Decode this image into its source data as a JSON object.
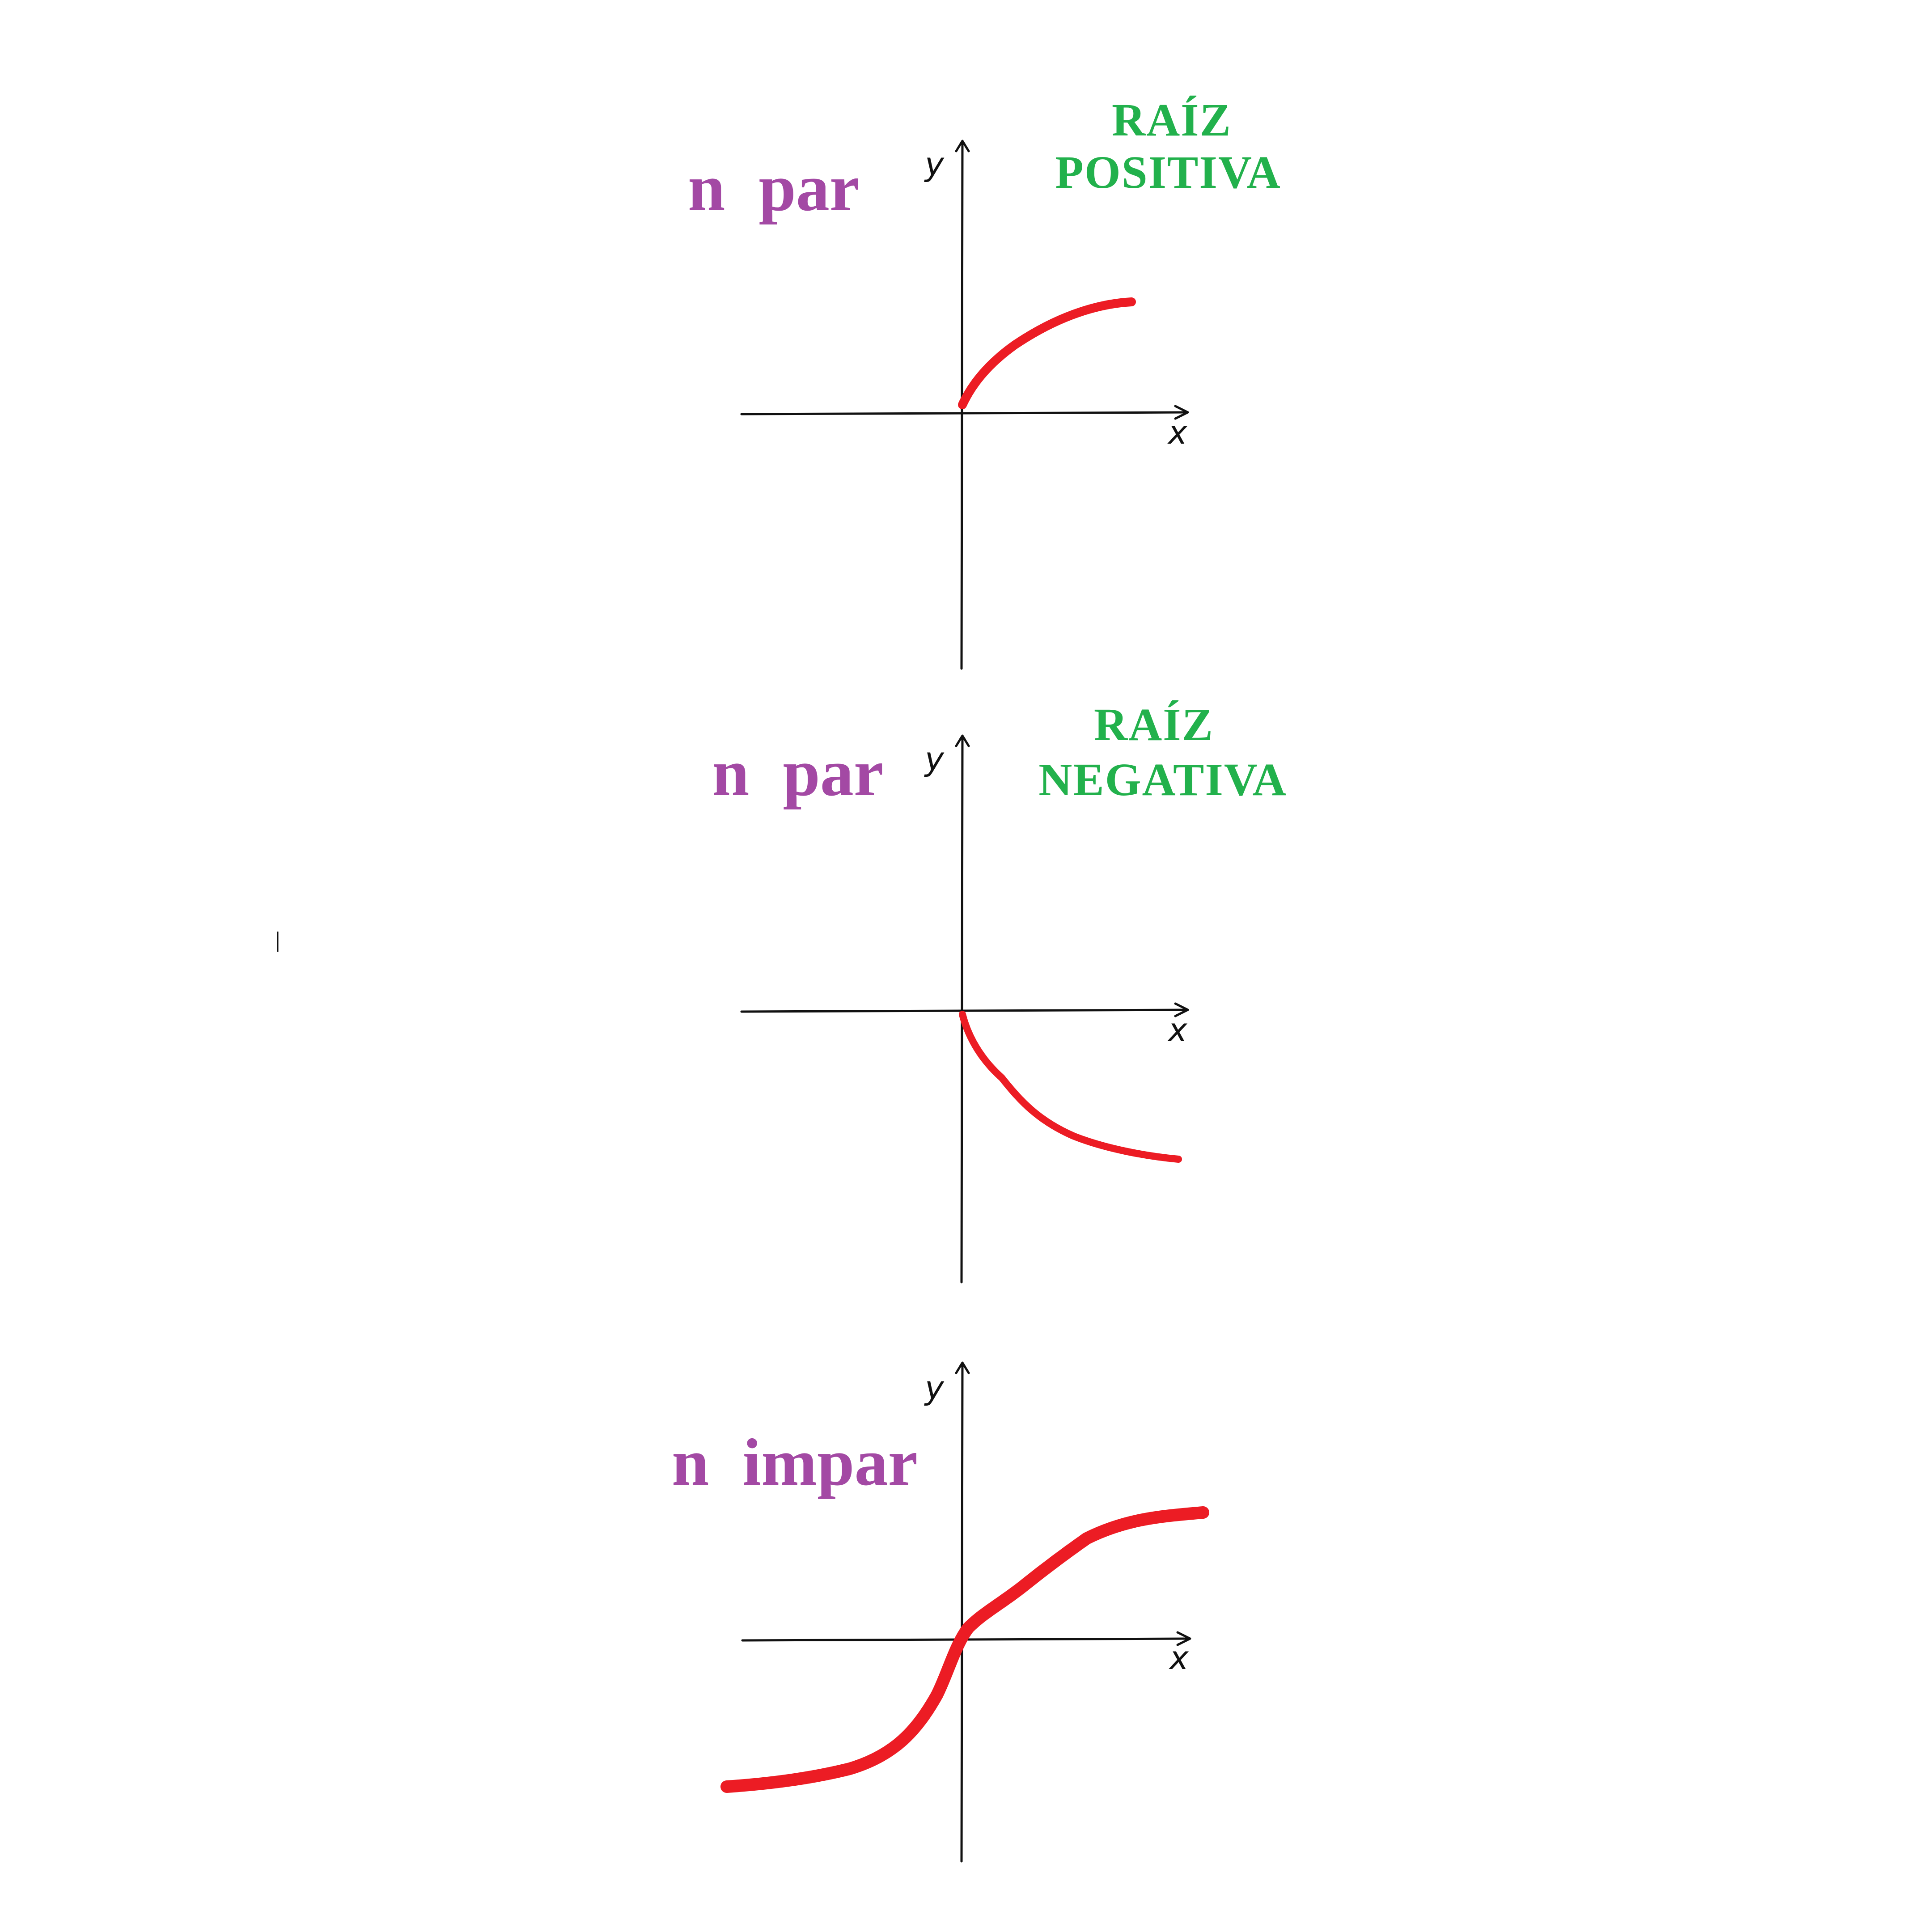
{
  "panels": [
    {
      "parity_label": "n  par",
      "root_label_line1": "RAÍZ",
      "root_label_line2": "POSITIVA",
      "x_axis_label": "x",
      "y_axis_label": "y",
      "curve_shape": "increasing concave curve from origin into first quadrant"
    },
    {
      "parity_label": "n  par",
      "root_label_line1": "RAÍZ",
      "root_label_line2": "NEGATIVA",
      "x_axis_label": "x",
      "y_axis_label": "y",
      "curve_shape": "decreasing curve from origin into fourth quadrant"
    },
    {
      "parity_label": "n  impar",
      "x_axis_label": "x",
      "y_axis_label": "y",
      "curve_shape": "S-shaped curve through origin from third to first quadrant"
    }
  ],
  "colors": {
    "curve": "#ec1c24",
    "parity_text": "#a349a4",
    "root_text": "#22b14c",
    "axes": "#111111",
    "background": "#ffffff"
  }
}
